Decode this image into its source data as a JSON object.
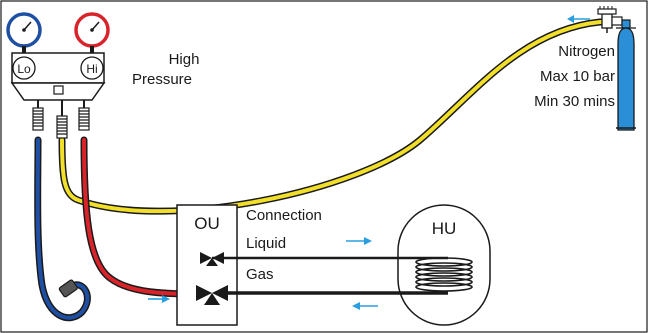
{
  "manifold": {
    "low_label": "Lo",
    "high_label": "Hi",
    "high_pressure_line1": "High",
    "high_pressure_line2": "Pressure"
  },
  "nitrogen": {
    "line1": "Nitrogen",
    "line2": "Max 10 bar",
    "line3": "Min 30 mins"
  },
  "outdoor_unit": {
    "label": "OU"
  },
  "indoor_unit": {
    "label": "HU"
  },
  "connection": {
    "title": "Connection",
    "liquid": "Liquid",
    "gas": "Gas"
  },
  "colors": {
    "low_hose": "#1f4fa3",
    "high_hose": "#d8232a",
    "charge_hose": "#f2df2a",
    "nitrogen_cylinder": "#2a8fd6",
    "flow_arrow": "#2a9fe0"
  },
  "icons": [
    "low-gauge-icon",
    "high-gauge-icon",
    "service-valve-icon",
    "coil-icon",
    "cylinder-icon",
    "flow-arrow-icon"
  ]
}
